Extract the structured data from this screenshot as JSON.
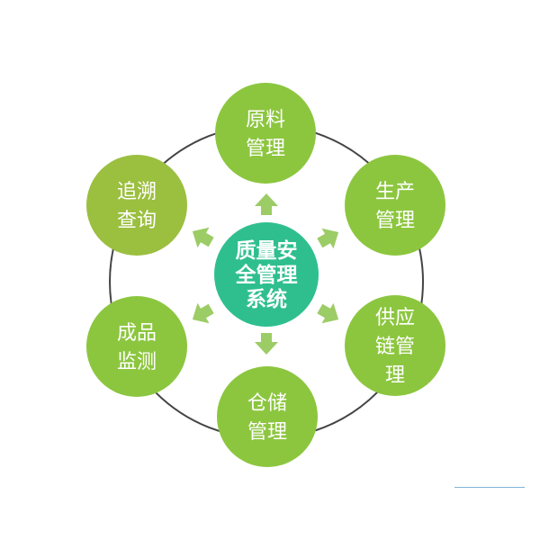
{
  "center": {
    "lines": [
      "质量安",
      "全管理",
      "系统"
    ],
    "color": "#2fbf8f"
  },
  "nodes": [
    {
      "id": "raw-material",
      "lines": [
        "原料",
        "管理"
      ],
      "color": "#8cc63f"
    },
    {
      "id": "production",
      "lines": [
        "生产",
        "管理"
      ],
      "color": "#8cc63f"
    },
    {
      "id": "supply-chain",
      "lines": [
        "供应",
        "链管",
        "理"
      ],
      "color": "#8cc63f"
    },
    {
      "id": "warehouse",
      "lines": [
        "仓储",
        "管理"
      ],
      "color": "#8cc63f"
    },
    {
      "id": "product-test",
      "lines": [
        "成品",
        "监测"
      ],
      "color": "#8cc63f"
    },
    {
      "id": "trace-query",
      "lines": [
        "追溯",
        "查询"
      ],
      "color": "#9bbf3f"
    }
  ],
  "colors": {
    "ring": "#444444",
    "arrow": "#9ccc65",
    "corner_line": "#7fb3d9"
  }
}
